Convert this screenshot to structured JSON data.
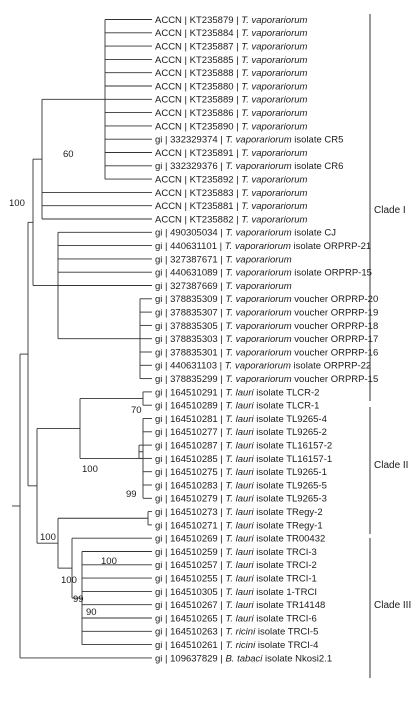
{
  "tree": {
    "tips": [
      {
        "id": "ACCN | KT235879",
        "species": "T. vaporariorum",
        "suffix": ""
      },
      {
        "id": "ACCN | KT235884",
        "species": "T. vaporariorum",
        "suffix": ""
      },
      {
        "id": "ACCN | KT235887",
        "species": "T. vaporariorum",
        "suffix": ""
      },
      {
        "id": "ACCN | KT235885",
        "species": "T. vaporariorum",
        "suffix": ""
      },
      {
        "id": "ACCN | KT235888",
        "species": "T. vaporariorum",
        "suffix": ""
      },
      {
        "id": "ACCN | KT235880",
        "species": "T. vaporariorum",
        "suffix": ""
      },
      {
        "id": "ACCN | KT235889",
        "species": "T. vaporariorum",
        "suffix": ""
      },
      {
        "id": "ACCN | KT235886",
        "species": "T. vaporariorum",
        "suffix": ""
      },
      {
        "id": "ACCN | KT235890",
        "species": "T. vaporariorum",
        "suffix": ""
      },
      {
        "id": "gi | 332329374",
        "species": "T. vaporariorum",
        "suffix": "isolate CR5"
      },
      {
        "id": "ACCN | KT235891",
        "species": "T. vaporariorum",
        "suffix": ""
      },
      {
        "id": "gi | 332329376",
        "species": "T. vaporariorum",
        "suffix": "isolate CR6"
      },
      {
        "id": "ACCN | KT235892",
        "species": "T. vaporariorum",
        "suffix": ""
      },
      {
        "id": "ACCN | KT235883",
        "species": "T. vaporariorum",
        "suffix": ""
      },
      {
        "id": "ACCN | KT235881",
        "species": "T. vaporariorum",
        "suffix": ""
      },
      {
        "id": "ACCN | KT235882",
        "species": "T. vaporariorum",
        "suffix": ""
      },
      {
        "id": "gi | 490305034",
        "species": "T. vaporariorum",
        "suffix": "isolate CJ"
      },
      {
        "id": "gi | 440631101",
        "species": "T. vaporariorum",
        "suffix": "isolate ORPRP-21"
      },
      {
        "id": "gi | 327387671",
        "species": "T. vaporariorum",
        "suffix": ""
      },
      {
        "id": "gi | 440631089",
        "species": "T. vaporariorum",
        "suffix": "isolate ORPRP-15"
      },
      {
        "id": "gi | 327387669",
        "species": "T. vaporariorum",
        "suffix": ""
      },
      {
        "id": "gi | 378835309",
        "species": "T. vaporariorum",
        "suffix": "voucher ORPRP-20"
      },
      {
        "id": "gi | 378835307",
        "species": "T. vaporariorum",
        "suffix": "voucher ORPRP-19"
      },
      {
        "id": "gi | 378835305",
        "species": "T. vaporariorum",
        "suffix": "voucher ORPRP-18"
      },
      {
        "id": "gi | 378835303",
        "species": "T. vaporariorum",
        "suffix": "voucher ORPRP-17"
      },
      {
        "id": "gi | 378835301",
        "species": "T. vaporariorum",
        "suffix": "voucher ORPRP-16"
      },
      {
        "id": "gi | 440631103",
        "species": "T. vaporariorum",
        "suffix": "isolate ORPRP-22"
      },
      {
        "id": "gi | 378835299",
        "species": "T. vaporariorum",
        "suffix": "voucher ORPRP-15"
      },
      {
        "id": "gi | 164510291",
        "species": "T. lauri",
        "suffix": "isolate TLCR-2"
      },
      {
        "id": "gi | 164510289",
        "species": "T. lauri",
        "suffix": "isolate TLCR-1"
      },
      {
        "id": "gi | 164510281",
        "species": "T. lauri",
        "suffix": "isolate TL9265-4"
      },
      {
        "id": "gi | 164510277",
        "species": "T. lauri",
        "suffix": "isolate TL9265-2"
      },
      {
        "id": "gi | 164510287",
        "species": "T. lauri",
        "suffix": "isolate TL16157-2"
      },
      {
        "id": "gi | 164510285",
        "species": "T. lauri",
        "suffix": "isolate TL16157-1"
      },
      {
        "id": "gi | 164510275",
        "species": "T. lauri",
        "suffix": "isolate TL9265-1"
      },
      {
        "id": "gi | 164510283",
        "species": "T. lauri",
        "suffix": "isolate TL9265-5"
      },
      {
        "id": "gi | 164510279",
        "species": "T. lauri",
        "suffix": "isolate TL9265-3"
      },
      {
        "id": "gi | 164510273",
        "species": "T. lauri",
        "suffix": "isolate TRegy-2"
      },
      {
        "id": "gi | 164510271",
        "species": "T. lauri",
        "suffix": "isolate TRegy-1"
      },
      {
        "id": "gi | 164510269",
        "species": "T. lauri",
        "suffix": "isolate TR00432"
      },
      {
        "id": "gi | 164510259",
        "species": "T. lauri",
        "suffix": "isolate TRCI-3"
      },
      {
        "id": "gi | 164510257",
        "species": "T. lauri",
        "suffix": "isolate TRCI-2"
      },
      {
        "id": "gi | 164510255",
        "species": "T. lauri",
        "suffix": "isolate TRCI-1"
      },
      {
        "id": "gi | 164510305",
        "species": "T. lauri",
        "suffix": "isolate 1-TRCI"
      },
      {
        "id": "gi | 164510267",
        "species": "T. lauri",
        "suffix": "isolate TR14148"
      },
      {
        "id": "gi | 164510265",
        "species": "T. lauri",
        "suffix": "isolate TRCI-6"
      },
      {
        "id": "gi | 164510263",
        "species": "T. ricini",
        "suffix": "isolate TRCI-5"
      },
      {
        "id": "gi | 164510261",
        "species": "T. ricini",
        "suffix": "isolate TRCI-4"
      },
      {
        "id": "gi | 109637829",
        "species": "B. tabaci",
        "suffix": "isolate Nkosi2.1"
      }
    ],
    "bootstrap_values": [
      "60",
      "100",
      "70",
      "99",
      "100",
      "100",
      "100",
      "100",
      "99",
      "90"
    ],
    "clades": [
      "Clade I",
      "Clade II",
      "Clade III"
    ]
  }
}
